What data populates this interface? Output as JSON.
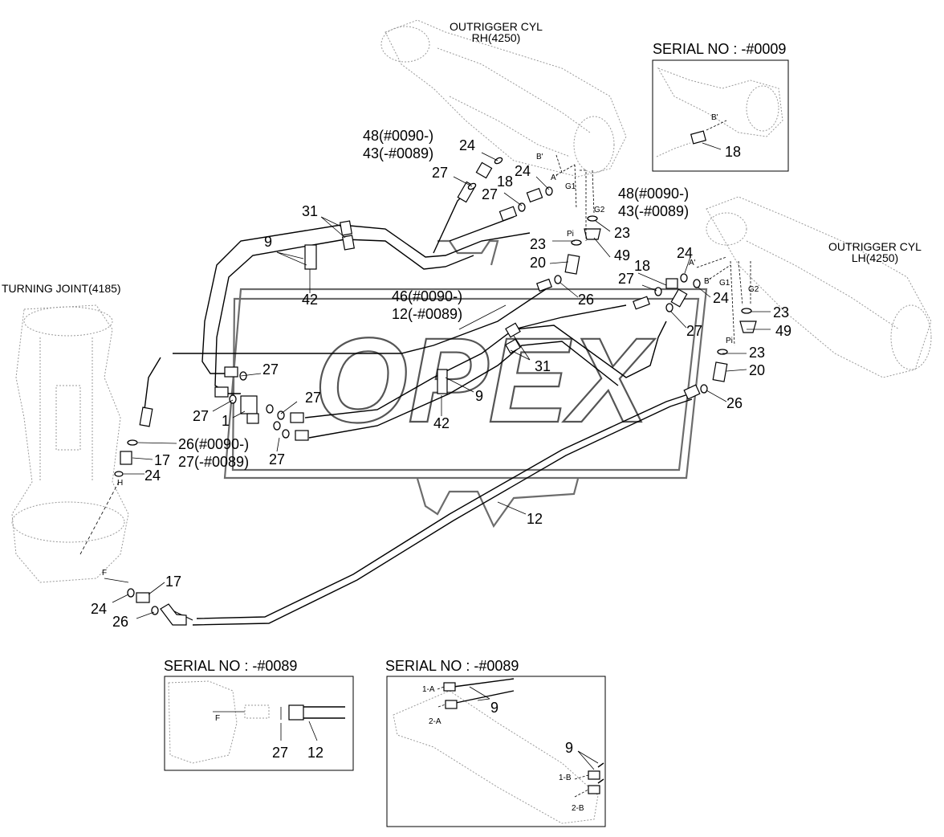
{
  "captions": {
    "outrigger_rh_1": "OUTRIGGER CYL",
    "outrigger_rh_2": "RH(4250)",
    "outrigger_lh_1": "OUTRIGGER CYL",
    "outrigger_lh_2": "LH(4250)",
    "turning_joint": "TURNING JOINT(4185)"
  },
  "insets": {
    "top_right_title": "SERIAL NO : -#0009",
    "bottom_left_title": "SERIAL NO : -#0089",
    "bottom_right_title": "SERIAL NO : -#0089"
  },
  "callouts": {
    "c48_rh": "48(#0090-)",
    "c43_rh": "43(-#0089)",
    "c24_a": "24",
    "c27_a": "27",
    "c24_b": "24",
    "c18_a": "18",
    "c27_b": "27",
    "c23_a": "23",
    "c49_a": "49",
    "c31_a": "31",
    "c9_a": "9",
    "c42_a": "42",
    "c23_b": "23",
    "c20_a": "20",
    "c26_a": "26",
    "c46": "46(#0090-)",
    "c12_top": "12(-#0089)",
    "c48_lh": "48(#0090-)",
    "c43_lh": "43(-#0089)",
    "c24_c": "24",
    "c18_b": "18",
    "c27_c": "27",
    "c24_d": "24",
    "c27_d": "27",
    "c23_c": "23",
    "c49_b": "49",
    "c23_d": "23",
    "c20_b": "20",
    "c26_b": "26",
    "c31_b": "31",
    "c9_b": "9",
    "c42_b": "42",
    "c27_e": "27",
    "c27_f": "27",
    "c1": "1",
    "c27_g": "27",
    "c27_h": "27",
    "c26_mix": "26(#0090-)",
    "c27_mix": "27(-#0089)",
    "c17_a": "17",
    "c24_e": "24",
    "c12_bottom": "12",
    "c17_b": "17",
    "c24_f": "24",
    "c26_c": "26",
    "inset_tr_18": "18",
    "inset_bl_27": "27",
    "inset_bl_12": "12",
    "inset_br_9a": "9",
    "inset_br_9b": "9"
  },
  "ports": {
    "b_prime_1": "B'",
    "a_prime_1": "A'",
    "g1_1": "G1",
    "g2_1": "G2",
    "pi_1": "Pi",
    "a_prime_2": "A'",
    "b_prime_2": "B'",
    "g1_2": "G1",
    "g2_2": "G2",
    "pi_2": "Pi",
    "h": "H",
    "f": "F",
    "inset_tr_b": "B'",
    "inset_bl_f": "F",
    "inset_br_1a": "1-A",
    "inset_br_2a": "2-A",
    "inset_br_1b": "1-B",
    "inset_br_2b": "2-B"
  },
  "watermark": "OPEX"
}
